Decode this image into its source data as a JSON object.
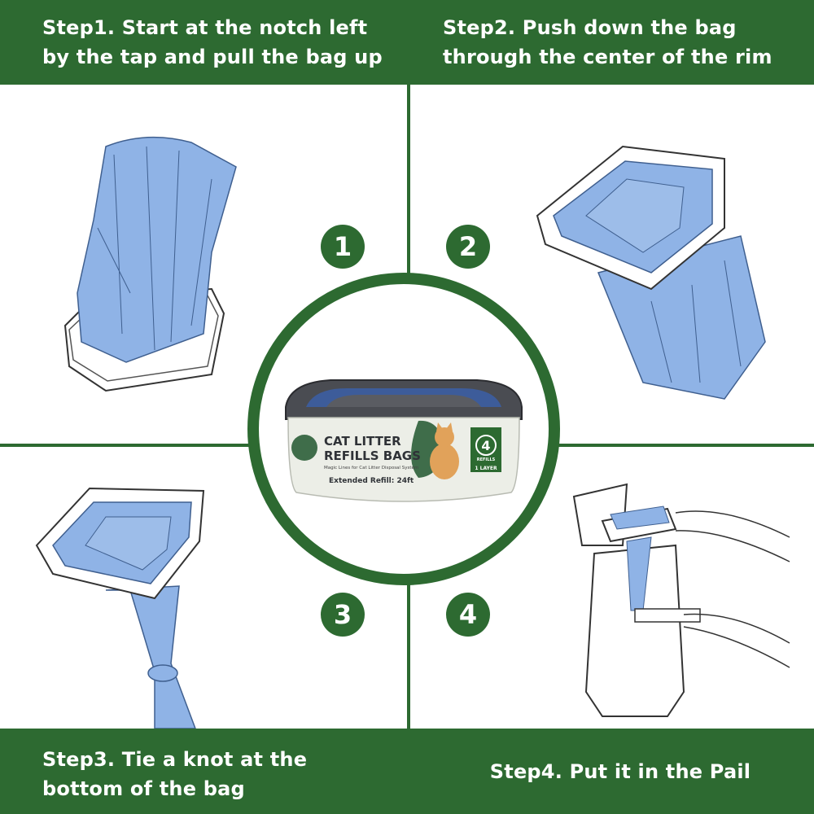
{
  "steps": [
    {
      "number": "1",
      "text": "Step1. Start at the notch left by the tap and pull the bag up"
    },
    {
      "number": "2",
      "text": "Step2. Push down the bag through the center of the rim"
    },
    {
      "number": "3",
      "text": "Step3. Tie a knot at the bottom of the bag"
    },
    {
      "number": "4",
      "text": "Step4. Put it in the Pail"
    }
  ],
  "product": {
    "title_line1": "CAT LITTER",
    "title_line2": "REFILLS BAGS",
    "subtitle": "Magic Lines for Cat Litter Disposal System",
    "extended": "Extended Refill: 24ft",
    "count": "4",
    "count_label": "REFILLS",
    "layer": "1 LAYER"
  },
  "colors": {
    "brand_green": "#2d6a31",
    "bag_blue": "#8fb3e6"
  }
}
